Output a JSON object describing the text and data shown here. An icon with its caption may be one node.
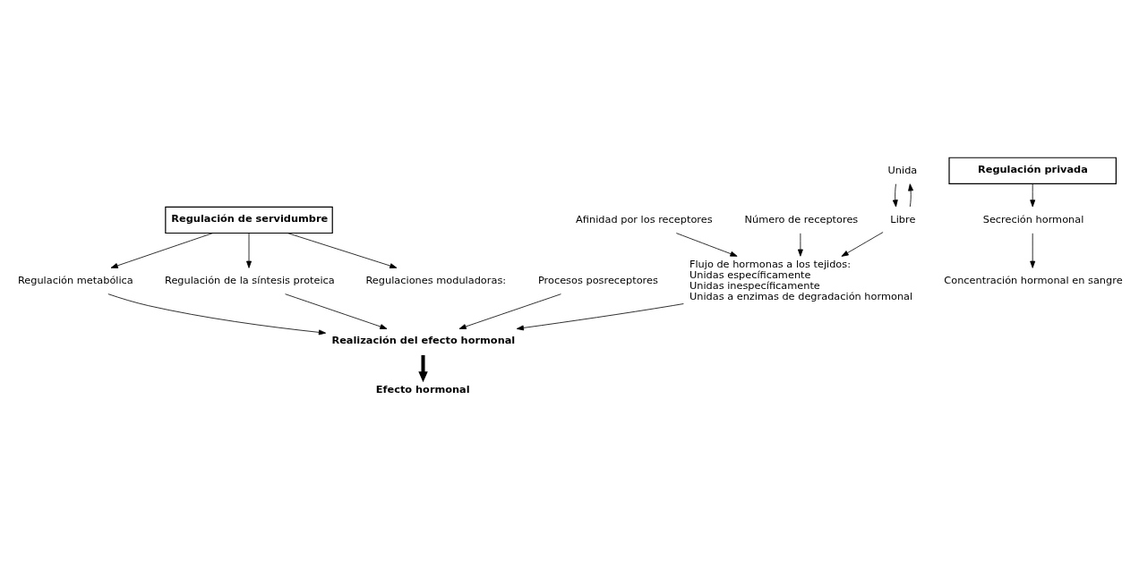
{
  "diagram": {
    "nodes": [
      {
        "text": [
          "Regulación de servidumbre"
        ]
      },
      {
        "text": [
          "Regulación metabólica"
        ]
      },
      {
        "text": [
          "Regulación de la síntesis proteica"
        ]
      },
      {
        "text": [
          "Regulaciones moduladoras:"
        ]
      },
      {
        "text": [
          "Afinidad por los receptores"
        ]
      },
      {
        "text": [
          "Número de receptores"
        ]
      },
      {
        "text": [
          "Procesos posreceptores"
        ]
      },
      {
        "text": [
          "Realización del efecto hormonal"
        ]
      },
      {
        "text": [
          "Efecto hormonal"
        ]
      },
      {
        "text": [
          "Regulación privada"
        ]
      },
      {
        "text": [
          "Secreción hormonal"
        ]
      },
      {
        "text": [
          "Concentración hormonal en sangre"
        ]
      },
      {
        "text": [
          "Unida"
        ]
      },
      {
        "text": [
          "Libre"
        ]
      },
      {
        "text": [
          "Flujo de hormonas a los tejidos:",
          "Unidas específicamente",
          "Unidas inespecíficamente",
          "Unidas a enzimas de degradación hormonal"
        ]
      }
    ],
    "edges": [
      {
        "from": 0,
        "to": 1,
        "arrow": "to"
      },
      {
        "from": 0,
        "to": 2,
        "arrow": "to"
      },
      {
        "from": 0,
        "to": 3,
        "arrow": "to"
      },
      {
        "from": 1,
        "to": 7,
        "arrow": "to"
      },
      {
        "from": 2,
        "to": 7,
        "arrow": "to"
      },
      {
        "from": 6,
        "to": 7,
        "arrow": "to"
      },
      {
        "from": 7,
        "to": 8,
        "arrow": "to",
        "style": "thick"
      },
      {
        "from": 9,
        "to": 10,
        "arrow": "to"
      },
      {
        "from": 10,
        "to": 11,
        "arrow": "to"
      },
      {
        "from": 12,
        "to": 13,
        "arrow": "to"
      },
      {
        "from": 13,
        "to": 12,
        "arrow": "to"
      },
      {
        "from": 13,
        "to": 14,
        "arrow": "to"
      },
      {
        "from": 4,
        "to": 14,
        "arrow": "to"
      },
      {
        "from": 5,
        "to": 14,
        "arrow": "to"
      },
      {
        "from": 14,
        "to": 7,
        "arrow": "to"
      }
    ]
  }
}
